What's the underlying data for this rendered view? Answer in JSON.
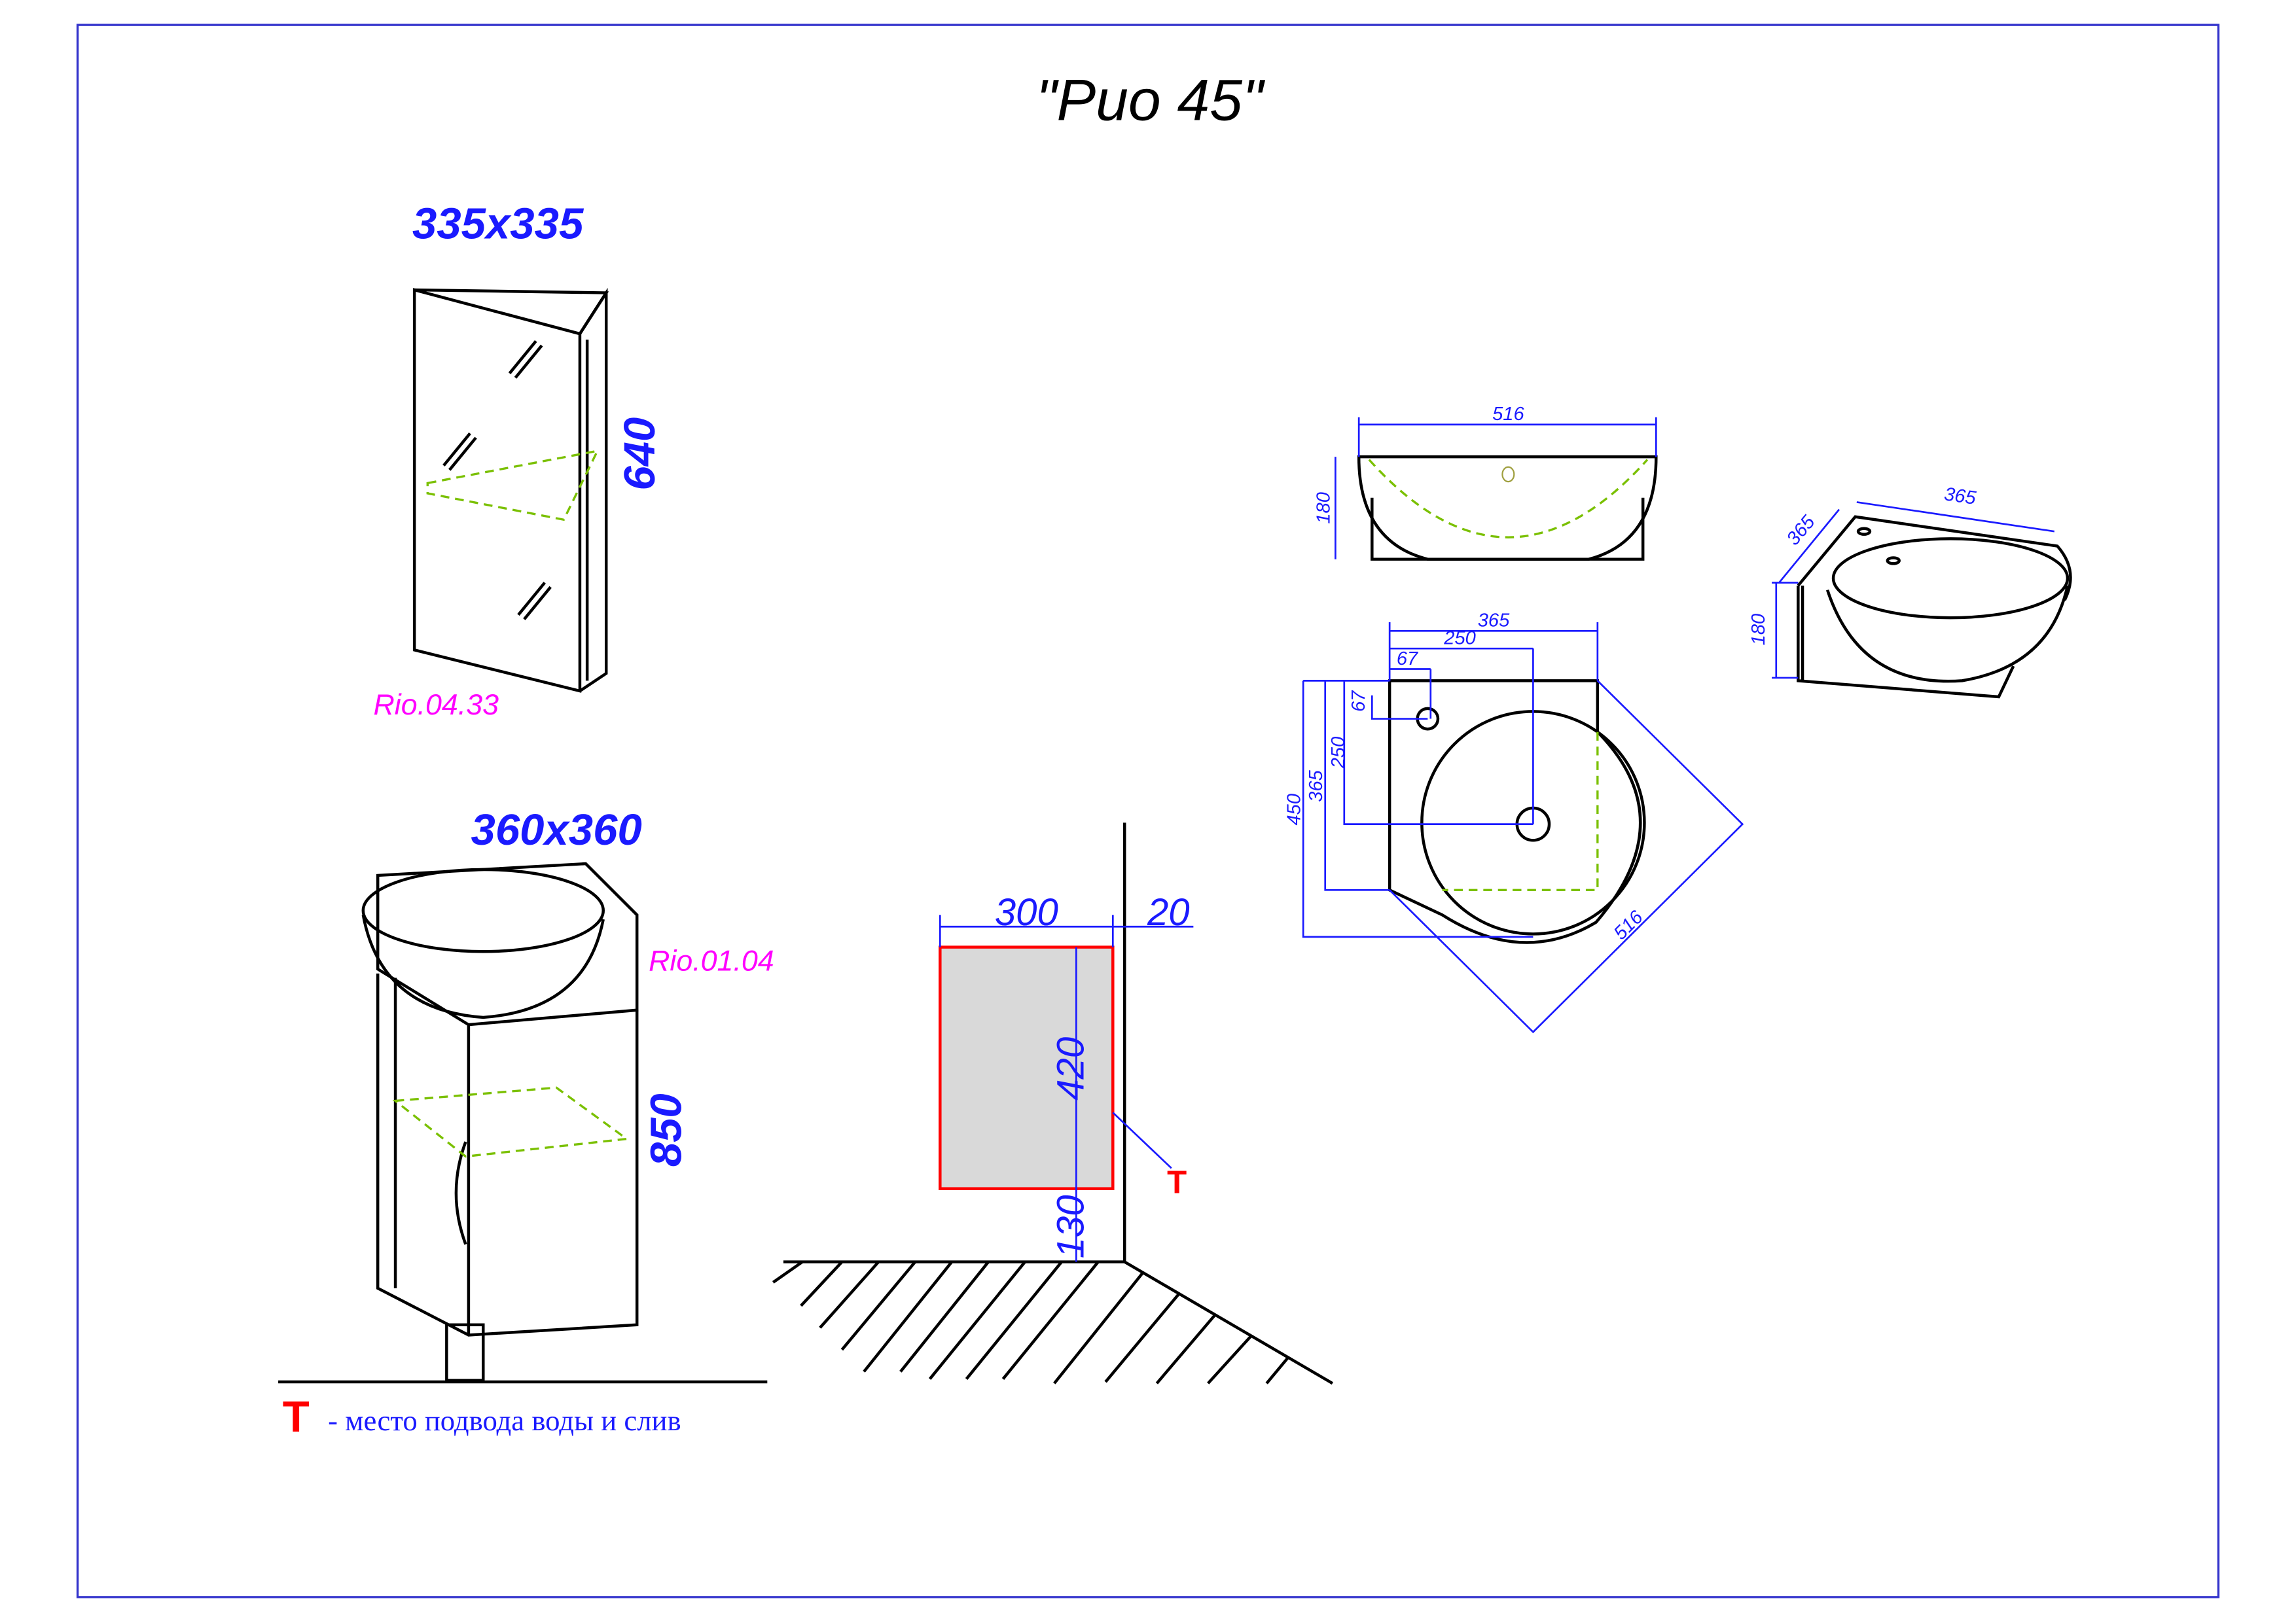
{
  "title": "\"Рио 45\"",
  "mirror_cabinet": {
    "size": "335x335",
    "height": "640",
    "code": "Rio.04.33"
  },
  "vanity": {
    "size": "360x360",
    "height": "850",
    "code": "Rio.01.04"
  },
  "install": {
    "width": "300",
    "gap": "20",
    "height": "420",
    "floor_offset": "130",
    "marker": "T"
  },
  "sink_front": {
    "width": "516",
    "height": "180"
  },
  "sink_plan": {
    "w365": "365",
    "w250": "250",
    "w67": "67",
    "h67": "67",
    "h250": "250",
    "h365": "365",
    "h450": "450",
    "diag516": "516"
  },
  "sink_iso": {
    "side_a": "365",
    "side_b": "365",
    "height": "180"
  },
  "legend": {
    "marker": "T",
    "text": "- место подвода воды и слив"
  },
  "colors": {
    "dimension": "#1a1aff",
    "code": "#ff00ff",
    "marker": "#ff0000",
    "border": "#3333cc"
  }
}
